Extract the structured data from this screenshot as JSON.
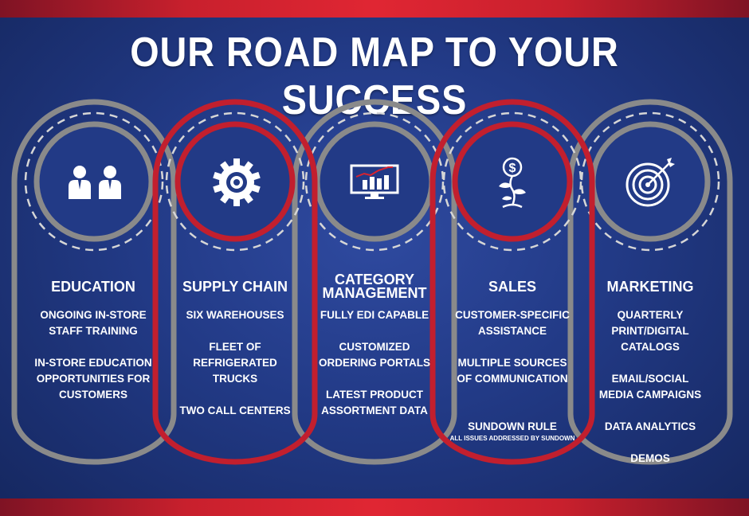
{
  "title": "OUR ROAD MAP TO YOUR SUCCESS",
  "colors": {
    "red": "#c21f2e",
    "gray": "#8a8a8a",
    "navy": "#223a86",
    "white": "#ffffff"
  },
  "stages": [
    {
      "heading": "EDUCATION",
      "icon": "people-icon",
      "ring_color": "gray",
      "items": [
        "ONGOING IN-STORE\nSTAFF TRAINING",
        "IN-STORE EDUCATION\nOPPORTUNITIES FOR\nCUSTOMERS"
      ]
    },
    {
      "heading": "SUPPLY CHAIN",
      "icon": "gear-icon",
      "ring_color": "red",
      "items": [
        "SIX WAREHOUSES",
        "FLEET OF\nREFRIGERATED\nTRUCKS",
        "TWO CALL CENTERS"
      ]
    },
    {
      "heading": "CATEGORY\nMANAGEMENT",
      "icon": "monitor-chart-icon",
      "ring_color": "gray",
      "items": [
        "FULLY EDI CAPABLE",
        "CUSTOMIZED\nORDERING PORTALS",
        "LATEST PRODUCT\nASSORTMENT DATA"
      ]
    },
    {
      "heading": "SALES",
      "icon": "dollar-plant-icon",
      "ring_color": "red",
      "items": [
        "CUSTOMER-SPECIFIC\nASSISTANCE",
        "MULTIPLE SOURCES\nOF COMMUNICATION",
        "SUNDOWN RULE"
      ],
      "note": "ALL ISSUES ADDRESSED BY SUNDOWN"
    },
    {
      "heading": "MARKETING",
      "icon": "target-icon",
      "ring_color": "gray",
      "items": [
        "QUARTERLY\nPRINT/DIGITAL\nCATALOGS",
        "EMAIL/SOCIAL\nMEDIA CAMPAIGNS",
        "DATA ANALYTICS",
        "DEMOS"
      ]
    }
  ]
}
